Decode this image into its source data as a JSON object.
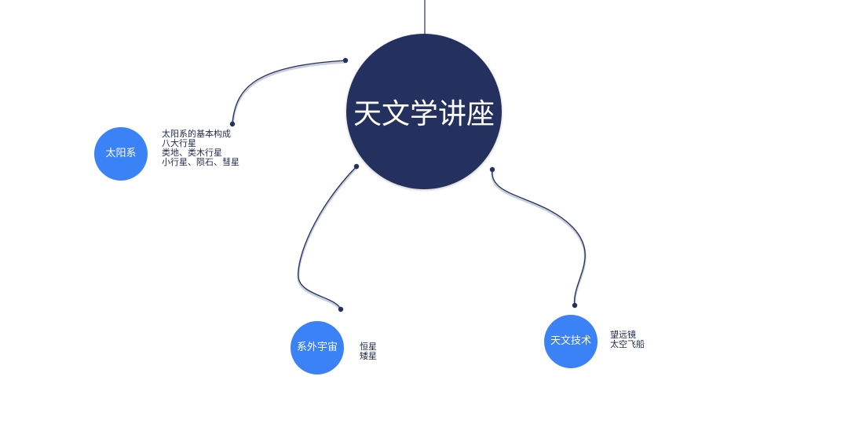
{
  "diagram": {
    "center": {
      "title": "天文学讲座",
      "color": "#24305e"
    },
    "branch_color": "#3b82f6",
    "connector_color": "#24305e",
    "branches": [
      {
        "label": "太阳系",
        "notes": [
          "太阳系的基本构成",
          "八大行星",
          "类地、类木行星",
          "小行星、陨石、彗星"
        ]
      },
      {
        "label": "系外宇宙",
        "notes": [
          "恒星",
          "矮星"
        ]
      },
      {
        "label": "天文技术",
        "notes": [
          "望远镜",
          "太空飞船"
        ]
      }
    ]
  }
}
